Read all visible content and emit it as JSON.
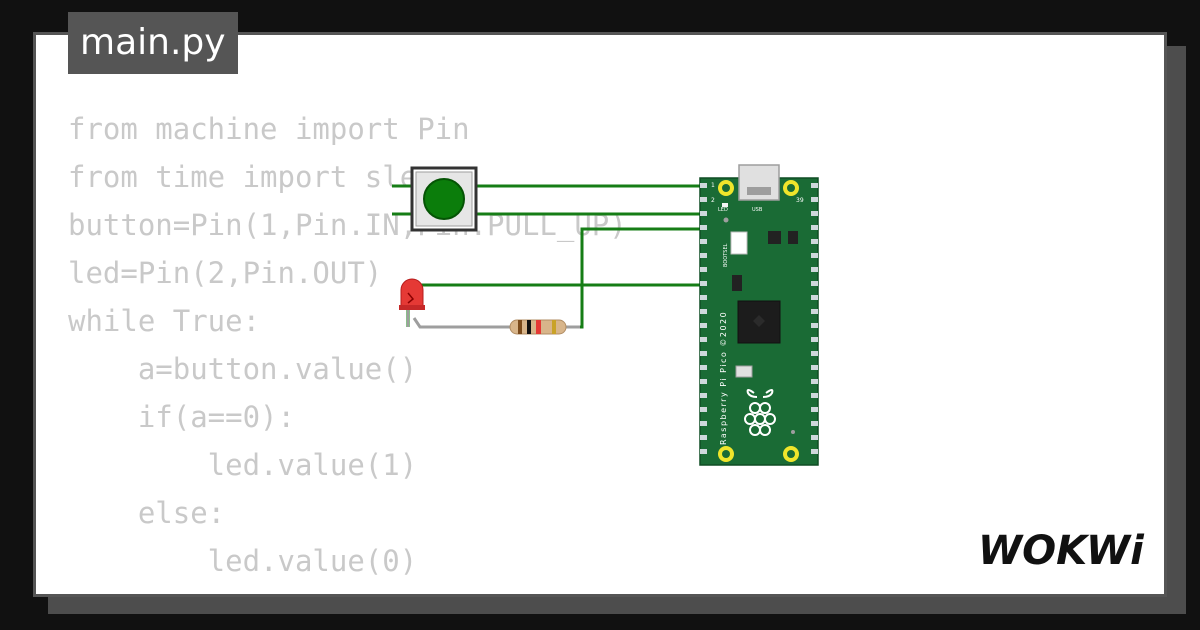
{
  "title": "main.py",
  "code_lines": [
    "from machine import Pin",
    "from time import sleep",
    "button=Pin(1,Pin.IN,Pin.PULL_UP)",
    "led=Pin(2,Pin.OUT)",
    "while True:",
    "    a=button.value()",
    "    if(a==0):",
    "        led.value(1)",
    "    else:",
    "        led.value(0)"
  ],
  "board": {
    "led_label": "LED",
    "usb_label": "USB",
    "bootsel_label": "BOOTSEL",
    "silkscreen": "Raspberry Pi Pico ©2020",
    "pin_top_left": "1",
    "pin_second_left": "2",
    "pin_top_right": "39"
  },
  "logo_text": "WOKWi",
  "colors": {
    "background": "#111111",
    "card": "#ffffff",
    "tab": "#555555",
    "code_text": "#c9c9c9",
    "wire": "#167d16",
    "pcb": "#1a6b35",
    "button_cap": "#0b7d0b",
    "led": "#e53935"
  }
}
